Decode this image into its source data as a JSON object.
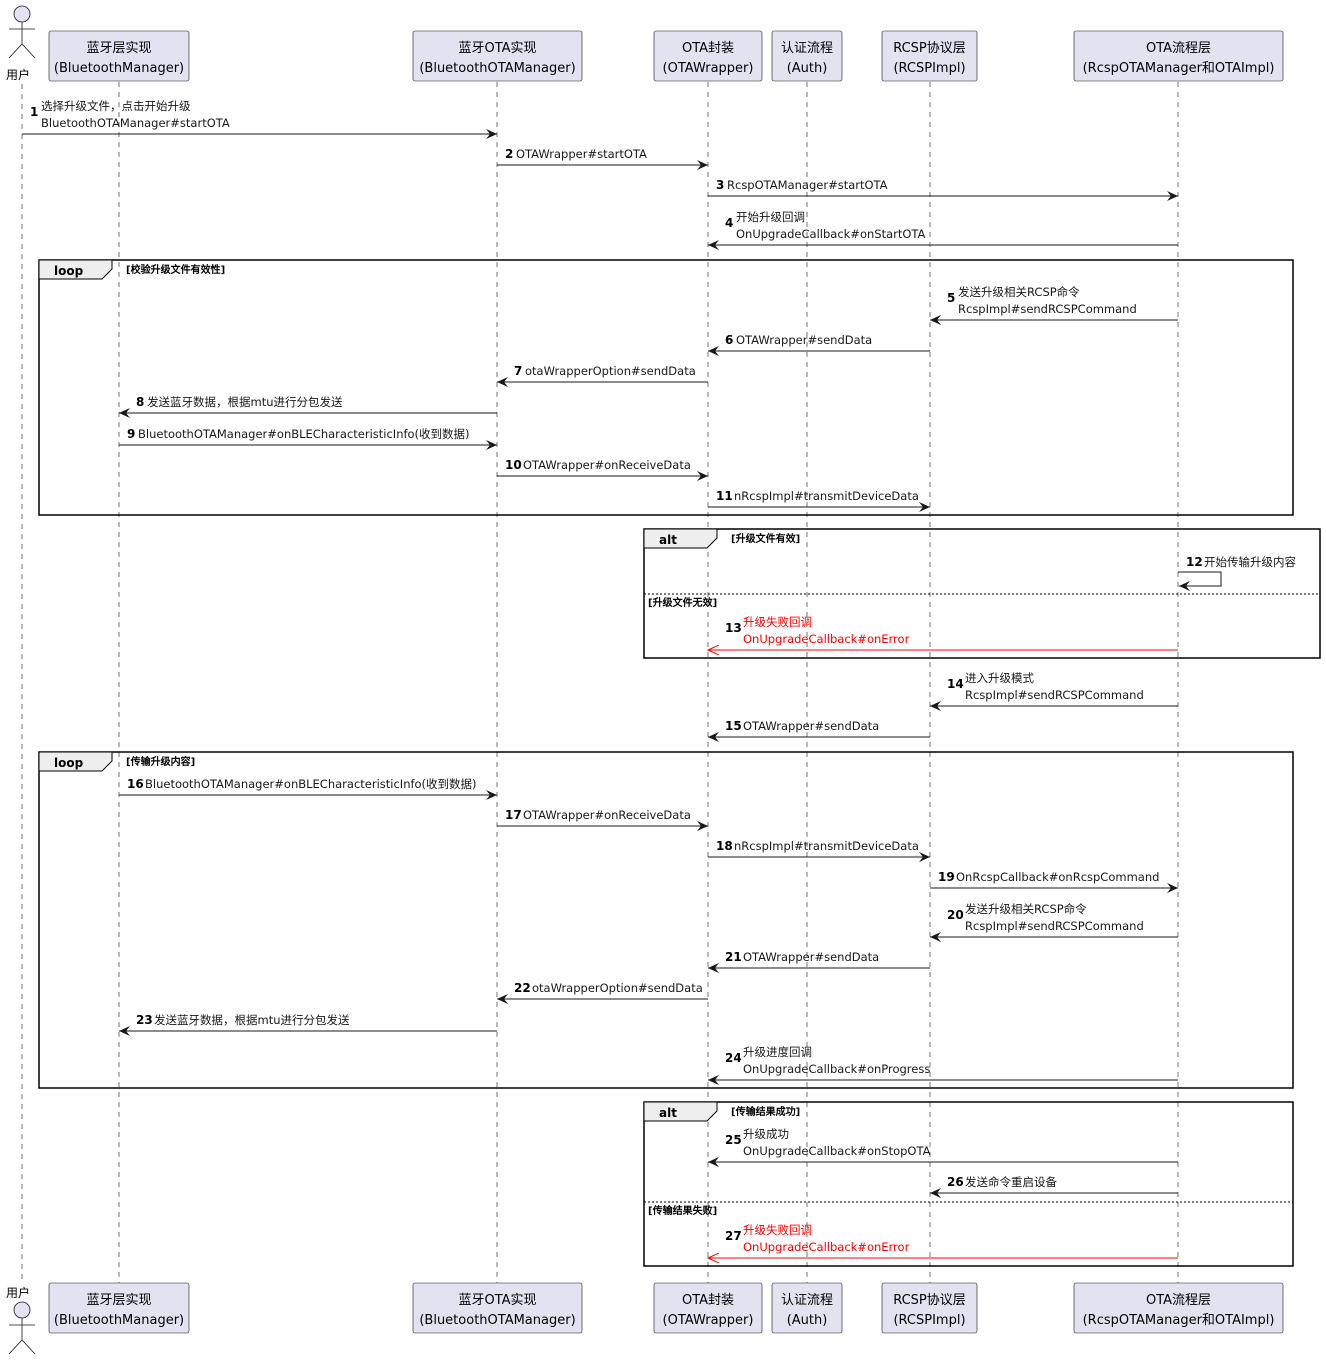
{
  "actor": {
    "label": "用户"
  },
  "participants": [
    {
      "id": "bm",
      "line1": "蓝牙层实现",
      "line2": "(BluetoothManager)"
    },
    {
      "id": "bota",
      "line1": "蓝牙OTA实现",
      "line2": "(BluetoothOTAManager)"
    },
    {
      "id": "otaw",
      "line1": "OTA封装",
      "line2": "(OTAWrapper)"
    },
    {
      "id": "auth",
      "line1": "认证流程",
      "line2": "(Auth)"
    },
    {
      "id": "rcsp",
      "line1": "RCSP协议层",
      "line2": "(RCSPImpl)"
    },
    {
      "id": "flow",
      "line1": "OTA流程层",
      "line2": "(RcspOTAManager和OTAImpl)"
    }
  ],
  "fragments": [
    {
      "type": "loop",
      "condition": "[校验升级文件有效性]"
    },
    {
      "type": "alt",
      "condition": "[升级文件有效]",
      "else_condition": "[升级文件无效]"
    },
    {
      "type": "loop",
      "condition": "[传输升级内容]"
    },
    {
      "type": "alt",
      "condition": "[传输结果成功]",
      "else_condition": "[传输结果失败]"
    }
  ],
  "messages": [
    {
      "num": "1",
      "from": "user",
      "to": "bota",
      "lines": [
        "选择升级文件，点击开始升级",
        "BluetoothOTAManager#startOTA"
      ]
    },
    {
      "num": "2",
      "from": "bota",
      "to": "otaw",
      "lines": [
        "OTAWrapper#startOTA"
      ]
    },
    {
      "num": "3",
      "from": "otaw",
      "to": "flow",
      "lines": [
        "RcspOTAManager#startOTA"
      ]
    },
    {
      "num": "4",
      "from": "flow",
      "to": "otaw",
      "lines": [
        "开始升级回调",
        "OnUpgradeCallback#onStartOTA"
      ]
    },
    {
      "num": "5",
      "from": "flow",
      "to": "rcsp",
      "lines": [
        "发送升级相关RCSP命令",
        "RcspImpl#sendRCSPCommand"
      ]
    },
    {
      "num": "6",
      "from": "rcsp",
      "to": "otaw",
      "lines": [
        "OTAWrapper#sendData"
      ]
    },
    {
      "num": "7",
      "from": "otaw",
      "to": "bota",
      "lines": [
        "otaWrapperOption#sendData"
      ]
    },
    {
      "num": "8",
      "from": "bota",
      "to": "bm",
      "lines": [
        "发送蓝牙数据，根据mtu进行分包发送"
      ]
    },
    {
      "num": "9",
      "from": "bm",
      "to": "bota",
      "lines": [
        "BluetoothOTAManager#onBLECharacteristicInfo(收到数据)"
      ]
    },
    {
      "num": "10",
      "from": "bota",
      "to": "otaw",
      "lines": [
        "OTAWrapper#onReceiveData"
      ]
    },
    {
      "num": "11",
      "from": "otaw",
      "to": "rcsp",
      "lines": [
        "nRcspImpl#transmitDeviceData"
      ]
    },
    {
      "num": "12",
      "from": "flow",
      "to": "flow",
      "lines": [
        "开始传输升级内容"
      ]
    },
    {
      "num": "13",
      "from": "flow",
      "to": "otaw",
      "lines": [
        "升级失败回调",
        "OnUpgradeCallback#onError"
      ],
      "error": true
    },
    {
      "num": "14",
      "from": "flow",
      "to": "rcsp",
      "lines": [
        "进入升级模式",
        "RcspImpl#sendRCSPCommand"
      ]
    },
    {
      "num": "15",
      "from": "rcsp",
      "to": "otaw",
      "lines": [
        "OTAWrapper#sendData"
      ]
    },
    {
      "num": "16",
      "from": "bm",
      "to": "bota",
      "lines": [
        "BluetoothOTAManager#onBLECharacteristicInfo(收到数据)"
      ]
    },
    {
      "num": "17",
      "from": "bota",
      "to": "otaw",
      "lines": [
        "OTAWrapper#onReceiveData"
      ]
    },
    {
      "num": "18",
      "from": "otaw",
      "to": "rcsp",
      "lines": [
        "nRcspImpl#transmitDeviceData"
      ]
    },
    {
      "num": "19",
      "from": "rcsp",
      "to": "flow",
      "lines": [
        "OnRcspCallback#onRcspCommand"
      ]
    },
    {
      "num": "20",
      "from": "flow",
      "to": "rcsp",
      "lines": [
        "发送升级相关RCSP命令",
        "RcspImpl#sendRCSPCommand"
      ]
    },
    {
      "num": "21",
      "from": "rcsp",
      "to": "otaw",
      "lines": [
        "OTAWrapper#sendData"
      ]
    },
    {
      "num": "22",
      "from": "otaw",
      "to": "bota",
      "lines": [
        "otaWrapperOption#sendData"
      ]
    },
    {
      "num": "23",
      "from": "bota",
      "to": "bm",
      "lines": [
        "发送蓝牙数据，根据mtu进行分包发送"
      ]
    },
    {
      "num": "24",
      "from": "flow",
      "to": "otaw",
      "lines": [
        "升级进度回调",
        "OnUpgradeCallback#onProgress"
      ]
    },
    {
      "num": "25",
      "from": "flow",
      "to": "otaw",
      "lines": [
        "升级成功",
        "OnUpgradeCallback#onStopOTA"
      ]
    },
    {
      "num": "26",
      "from": "flow",
      "to": "rcsp",
      "lines": [
        "发送命令重启设备"
      ]
    },
    {
      "num": "27",
      "from": "flow",
      "to": "otaw",
      "lines": [
        "升级失败回调",
        "OnUpgradeCallback#onError"
      ],
      "error": true
    }
  ],
  "colors": {
    "participant_fill": "#E2E2F0",
    "line": "#181818",
    "error": "#FF0000",
    "tab_fill": "#EEEEEE"
  }
}
